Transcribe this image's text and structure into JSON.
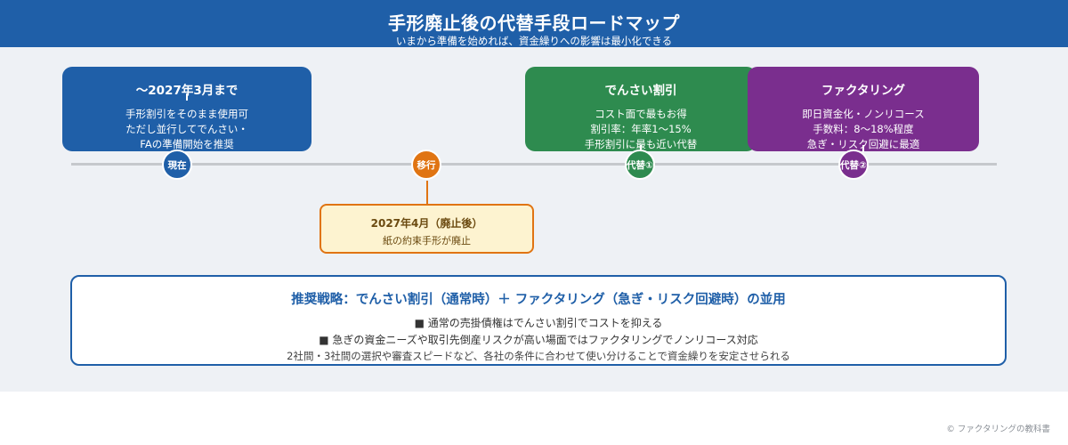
{
  "header": {
    "title": "手形廃止後の代替手段ロードマップ",
    "subtitle": "いまから準備を始めれば、資金繰りへの影響は最小化できる"
  },
  "colors": {
    "header_bg": "#1f5fa8",
    "blue": "#1f5fa8",
    "orange": "#e07412",
    "green": "#2e8b4f",
    "purple": "#7a2e8e",
    "canvas_bg": "#eef1f5"
  },
  "milestones": [
    {
      "marker": "現在",
      "title": "〜2027年3月まで",
      "lines": [
        "手形割引をそのまま使用可",
        "ただし並行してでんさい・",
        "FAの準備開始を推奨"
      ]
    },
    {
      "marker": "移行",
      "title": "2027年4月（廃止後）",
      "lines": [
        "紙の約束手形が廃止"
      ]
    },
    {
      "marker": "代替①",
      "title": "でんさい割引",
      "lines": [
        "コスト面で最もお得",
        "割引率：年率1〜15%",
        "手形割引に最も近い代替"
      ]
    },
    {
      "marker": "代替②",
      "title": "ファクタリング",
      "lines": [
        "即日資金化・ノンリコース",
        "手数料：8〜18%程度",
        "急ぎ・リスク回避に最適"
      ]
    }
  ],
  "strategy": {
    "title": "推奨戦略：でんさい割引（通常時）＋ ファクタリング（急ぎ・リスク回避時）の並用",
    "bullets": [
      "■ 通常の売掛債権はでんさい割引でコストを抑える",
      "■ 急ぎの資金ニーズや取引先倒産リスクが高い場面ではファクタリングでノンリコース対応"
    ],
    "note": "2社間・3社間の選択や審査スピードなど、各社の条件に合わせて使い分けることで資金繰りを安定させられる"
  },
  "footer": "© ファクタリングの教科書"
}
